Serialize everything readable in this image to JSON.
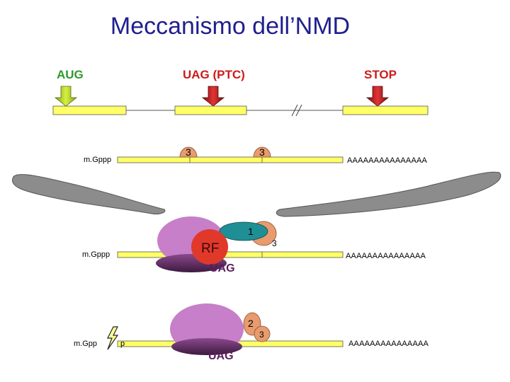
{
  "title": "Meccanismo dell’NMD",
  "labels": {
    "aug": "AUG",
    "ptc": "UAG (PTC)",
    "stop": "STOP",
    "cap_row2": "m.Gppp",
    "cap_row3": "m.Gppp",
    "cap_row4_left": "m.Gpp",
    "cap_row4_right": "p",
    "polya_row2": "AAAAAAAAAAAAAAA",
    "polya_row3": "AAAAAAAAAAAAAAA",
    "polya_row4": "AAAAAAAAAAAAAAA",
    "ejc_row2_a": "3",
    "ejc_row2_b": "3",
    "upf1": "1",
    "ejc_row3": "3",
    "rf": "RF",
    "codon_row3": "UAG",
    "upf2": "2",
    "ejc_row4": "3",
    "codon_row4": "UAG"
  },
  "colors": {
    "title": "#1f1f8f",
    "aug": "#2e9a2e",
    "ptc": "#cc1b1b",
    "stop": "#cc1b1b",
    "exon": "#ffff66",
    "ribosome": "#c77fc9",
    "ejc": "#e79b6e",
    "rf": "#e0392a",
    "upf1": "#1f8f96"
  }
}
